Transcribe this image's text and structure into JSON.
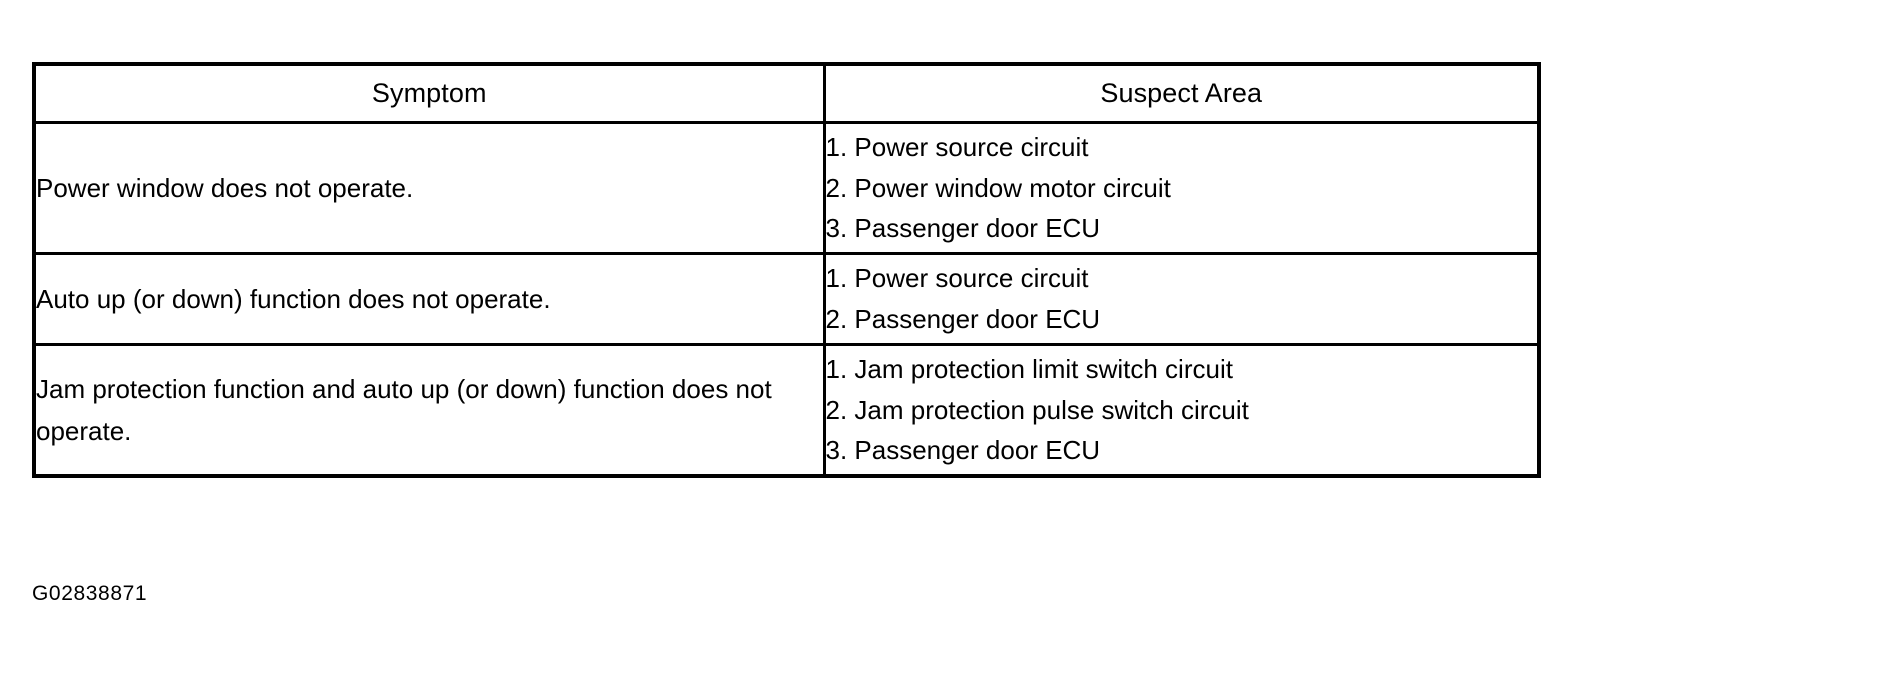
{
  "table": {
    "headers": [
      {
        "label": "Symptom"
      },
      {
        "label": "Suspect Area"
      }
    ],
    "rows": [
      {
        "symptom": "Power window does not operate.",
        "suspect_area": [
          "1. Power source circuit",
          "2. Power window motor circuit",
          "3. Passenger door ECU"
        ]
      },
      {
        "symptom": "Auto up (or down) function does not operate.",
        "suspect_area": [
          "1. Power source circuit",
          "2. Passenger door ECU"
        ]
      },
      {
        "symptom": "Jam protection function and auto up (or down) function does not operate.",
        "suspect_area": [
          "1. Jam protection limit switch circuit",
          "2. Jam protection pulse switch circuit",
          "3. Passenger door ECU"
        ]
      }
    ]
  },
  "figure": {
    "code": "G02838871"
  },
  "colors": {
    "background": "#ffffff",
    "text": "#000000",
    "border": "#000000"
  }
}
